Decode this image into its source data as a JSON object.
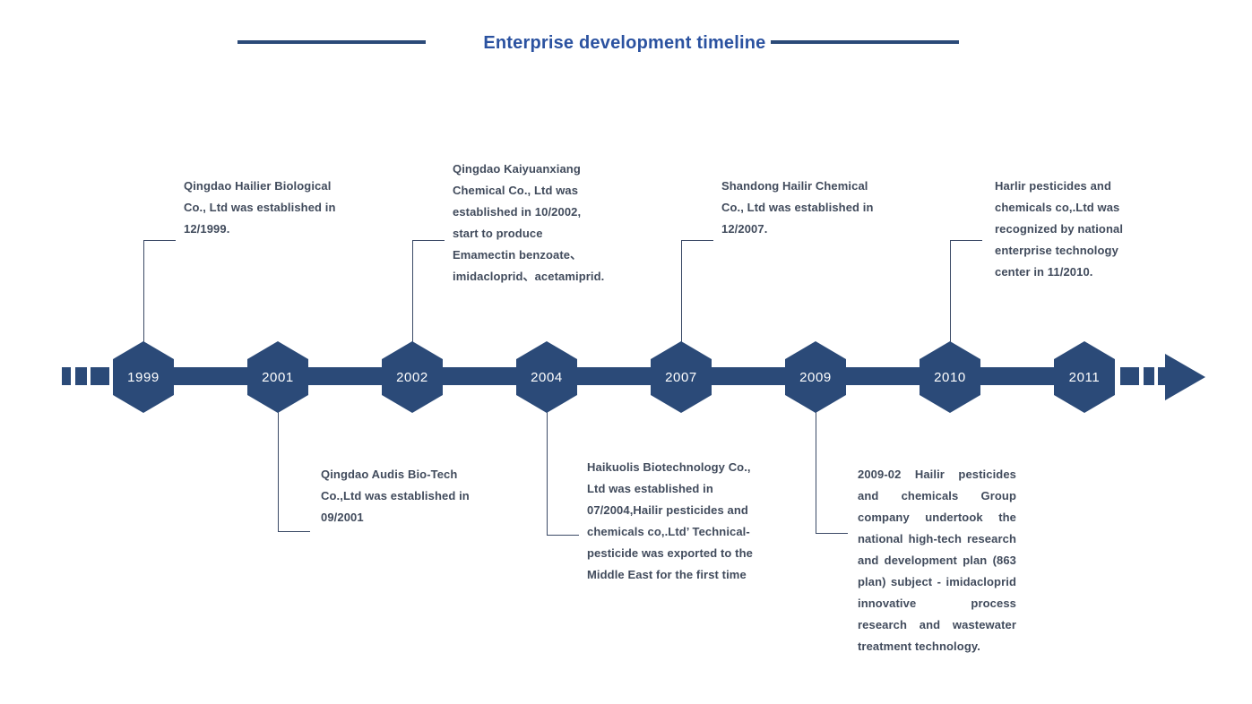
{
  "title": "Enterprise development timeline",
  "timeline": {
    "years": [
      "1999",
      "2001",
      "2002",
      "2004",
      "2007",
      "2009",
      "2010",
      "2011"
    ]
  },
  "events": [
    {
      "year": "1999",
      "side": "top",
      "text": "Qingdao Hailier Biological Co., Ltd was established in 12/1999."
    },
    {
      "year": "2001",
      "side": "bottom",
      "text": "Qingdao Audis Bio-Tech Co.,Ltd was established in 09/2001"
    },
    {
      "year": "2002",
      "side": "top",
      "text": "Qingdao Kaiyuanxiang Chemical Co., Ltd was established in 10/2002, start to produce Emamectin benzoate、imidacloprid、acetamiprid."
    },
    {
      "year": "2004",
      "side": "bottom",
      "text": "Haikuolis Biotechnology Co., Ltd was established in 07/2004,Hailir pesticides and chemicals co,.Ltd’ Technical-pesticide was exported to the Middle East for the first time"
    },
    {
      "year": "2007",
      "side": "top",
      "text": "Shandong Hailir Chemical Co., Ltd was established in 12/2007."
    },
    {
      "year": "2009",
      "side": "bottom",
      "text": "2009-02 Hailir pesticides and chemicals Group company undertook the national high-tech research and development plan (863 plan) subject - imidacloprid innovative process research and wastewater treatment technology."
    },
    {
      "year": "2010",
      "side": "top",
      "text": "Harlir pesticides and chemicals co,.Ltd was recognized by national enterprise technology center in 11/2010."
    }
  ],
  "colors": {
    "navy": "#2b4a78",
    "title_blue": "#2b52a0",
    "body_text": "#414b5c",
    "connector": "#3b4a66",
    "year_text": "#ffffff"
  }
}
